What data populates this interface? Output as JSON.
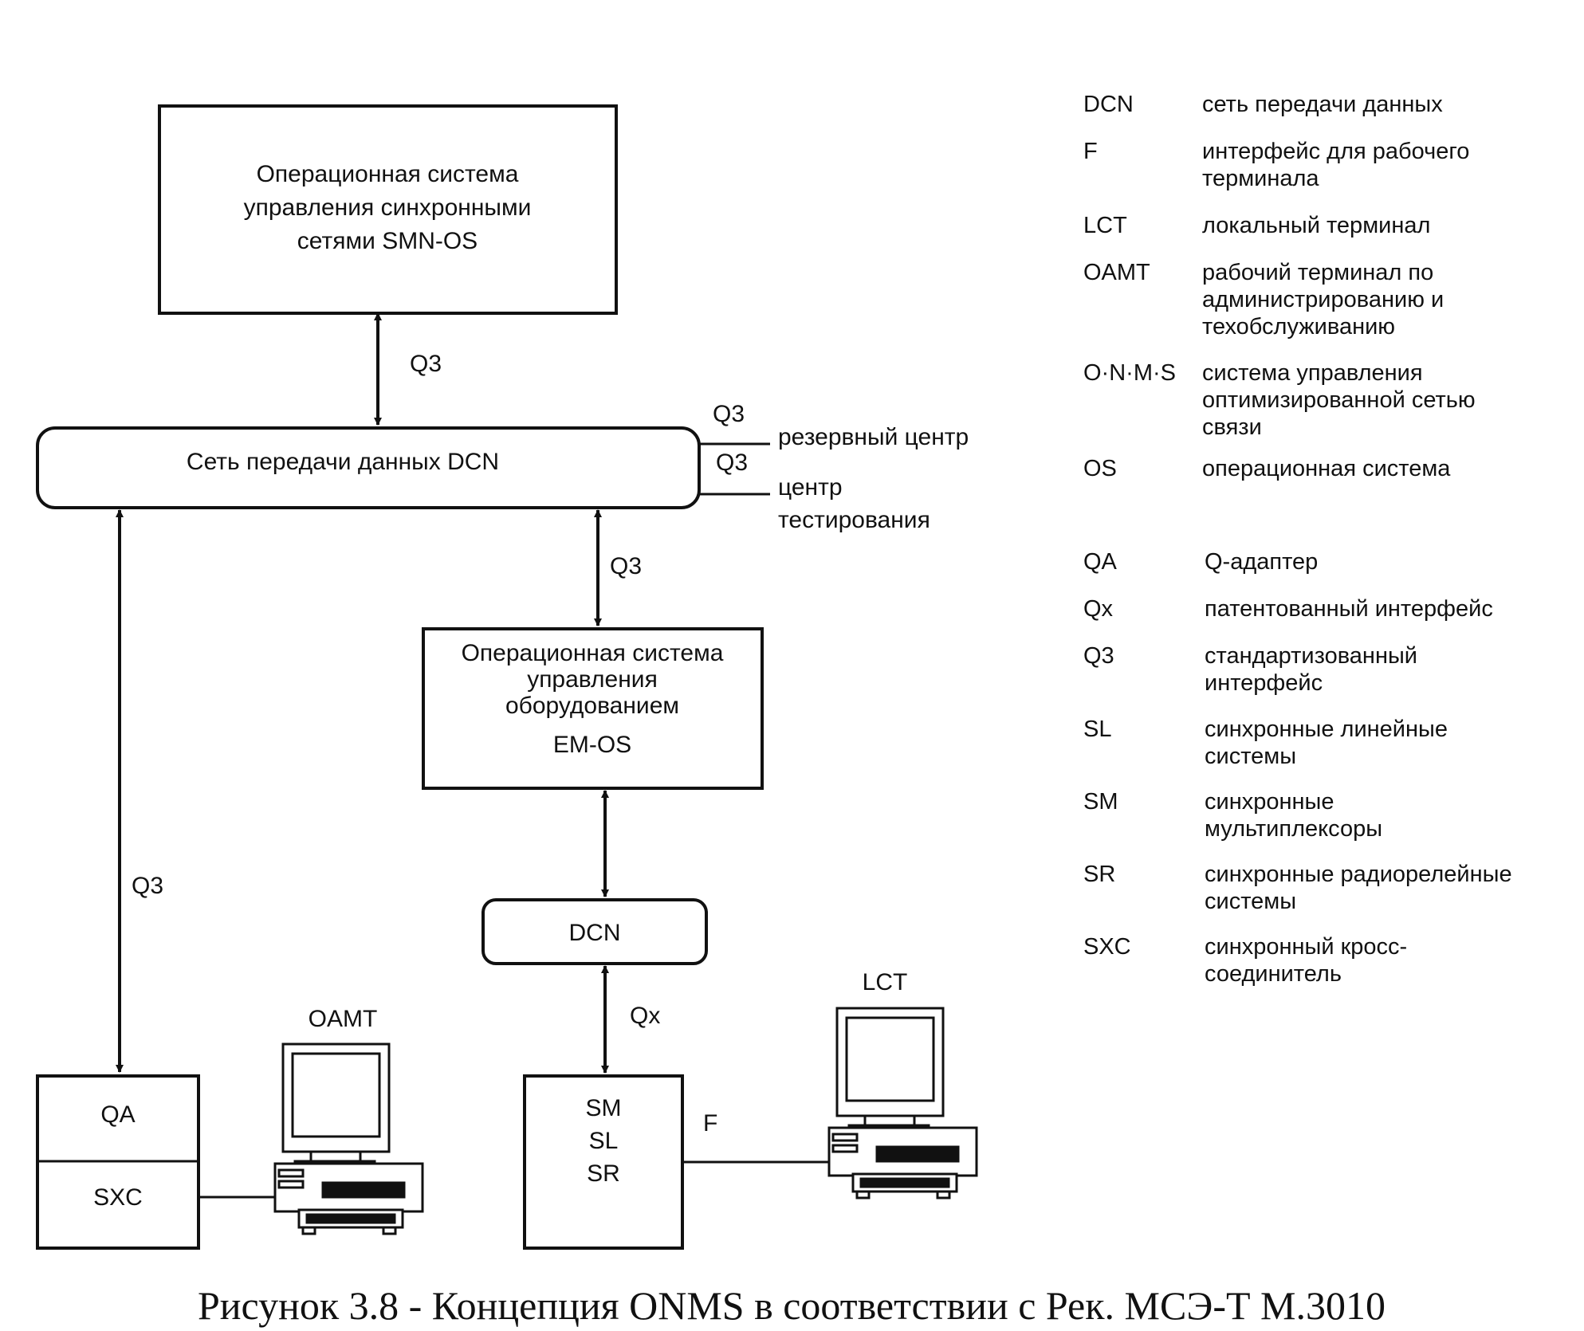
{
  "boxes": {
    "smn_os": [
      "Операционная система",
      "управления синхронными",
      "сетями SMN-OS"
    ],
    "dcn_main": "Сеть передачи данных DCN",
    "em_os": [
      "Операционная система",
      "управления",
      "оборудованием"
    ],
    "em_os_abbr": "EM-OS",
    "dcn_small": "DCN",
    "qa": "QA",
    "sxc": "SXC",
    "sm": "SM",
    "sl": "SL",
    "sr": "SR"
  },
  "links": {
    "q3_top": "Q3",
    "q3_left": "Q3",
    "q3_mid": "Q3",
    "q3_backup": "Q3",
    "q3_test": "Q3",
    "qx": "Qx",
    "f": "F"
  },
  "external": {
    "backup_center": "резервный центр",
    "test_center": [
      "центр",
      "тестирования"
    ]
  },
  "terminals": {
    "oamt": "OAMT",
    "lct": "LCT"
  },
  "legend": [
    {
      "abbr": "DCN",
      "desc": [
        "сеть передачи данных"
      ]
    },
    {
      "abbr": "F",
      "desc": [
        "интерфейс для рабочего",
        "терминала"
      ]
    },
    {
      "abbr": "LCT",
      "desc": [
        "локальный терминал"
      ]
    },
    {
      "abbr": "OAMT",
      "desc": [
        "рабочий терминал по",
        "администрированию и",
        "техобслуживанию"
      ]
    },
    {
      "abbr": "O·N·M·S",
      "desc": [
        "система управления",
        "оптимизированной сетью",
        "связи"
      ]
    },
    {
      "abbr": "OS",
      "desc": [
        "операционная система"
      ]
    },
    {
      "abbr": "QA",
      "desc": [
        "Q-адаптер"
      ]
    },
    {
      "abbr": "Qx",
      "desc": [
        "патентованный интерфейс"
      ]
    },
    {
      "abbr": "Q3",
      "desc": [
        "стандартизованный",
        "интерфейс"
      ]
    },
    {
      "abbr": "SL",
      "desc": [
        "синхронные линейные",
        "системы"
      ]
    },
    {
      "abbr": "SM",
      "desc": [
        "синхронные",
        "мультиплексоры"
      ]
    },
    {
      "abbr": "SR",
      "desc": [
        "синхронные радиорелейные",
        "системы"
      ]
    },
    {
      "abbr": "SXC",
      "desc": [
        "синхронный кросс-",
        "соединитель"
      ]
    }
  ],
  "caption": "Рисунок 3.8 - Концепция ONMS в соответствии с Рек. МСЭ-Т М.3010"
}
